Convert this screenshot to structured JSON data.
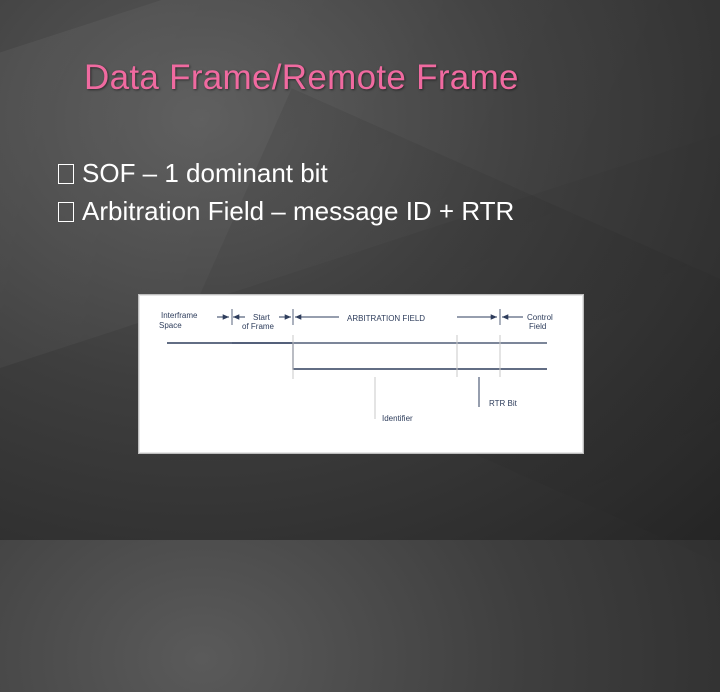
{
  "slide": {
    "title": "Data Frame/Remote Frame",
    "title_color": "#f06aa0",
    "bullet_icon": "checkbox-glyph",
    "bullets": [
      "SOF – 1 dominant bit",
      "Arbitration Field – message ID + RTR"
    ]
  },
  "diagram": {
    "label_interframe_1": "Interframe",
    "label_interframe_2": "Space",
    "label_start_1": "Start",
    "label_start_2": "of Frame",
    "label_arbitration": "ARBITRATION FIELD",
    "label_control_1": "Control",
    "label_control_2": "Field",
    "label_rtr": "RTR Bit",
    "label_identifier": "Identifier"
  }
}
